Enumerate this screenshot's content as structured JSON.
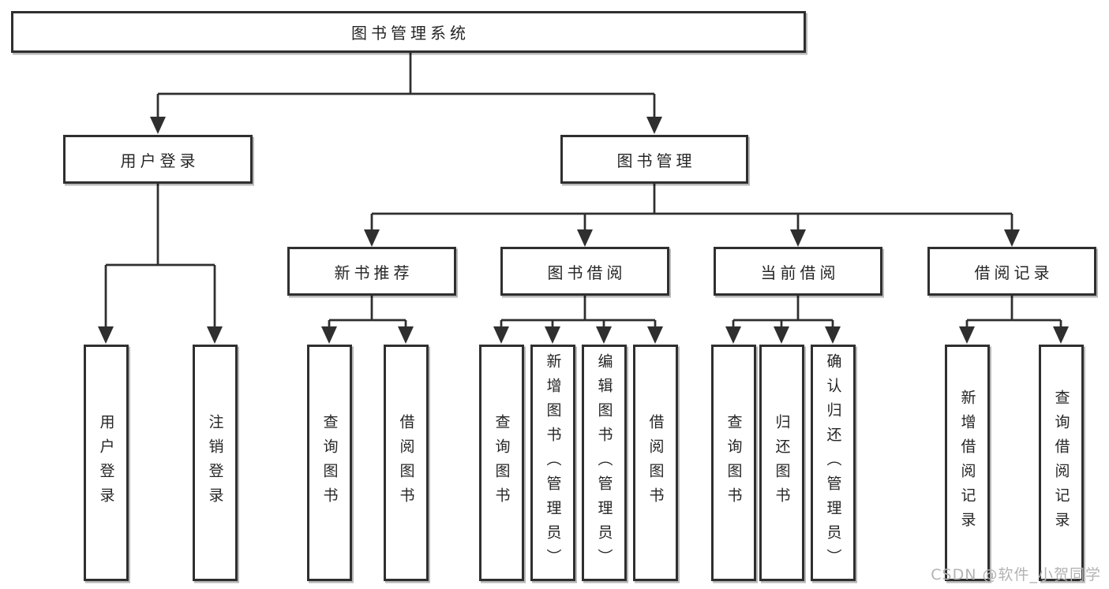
{
  "diagram": {
    "root": {
      "label": "图书管理系统"
    },
    "branches": [
      {
        "label": "用户登录",
        "children": [
          {
            "label": "用户登录"
          },
          {
            "label": "注销登录"
          }
        ]
      },
      {
        "label": "图书管理",
        "children": [
          {
            "label": "新书推荐",
            "children": [
              {
                "label": "查询图书"
              },
              {
                "label": "借阅图书"
              }
            ]
          },
          {
            "label": "图书借阅",
            "children": [
              {
                "label": "查询图书"
              },
              {
                "label": "新增图书（管理员）"
              },
              {
                "label": "编辑图书（管理员）"
              },
              {
                "label": "借阅图书"
              }
            ]
          },
          {
            "label": "当前借阅",
            "children": [
              {
                "label": "查询图书"
              },
              {
                "label": "归还图书"
              },
              {
                "label": "确认归还（管理员）"
              }
            ]
          },
          {
            "label": "借阅记录",
            "children": [
              {
                "label": "新增借阅记录"
              },
              {
                "label": "查询借阅记录"
              }
            ]
          }
        ]
      }
    ]
  },
  "watermark": {
    "text": "CSDN @软件_小贺同学"
  },
  "colors": {
    "line": "#2f2f2f",
    "text": "#262626",
    "watermark": "#b3b3b3",
    "background": "#ffffff"
  }
}
